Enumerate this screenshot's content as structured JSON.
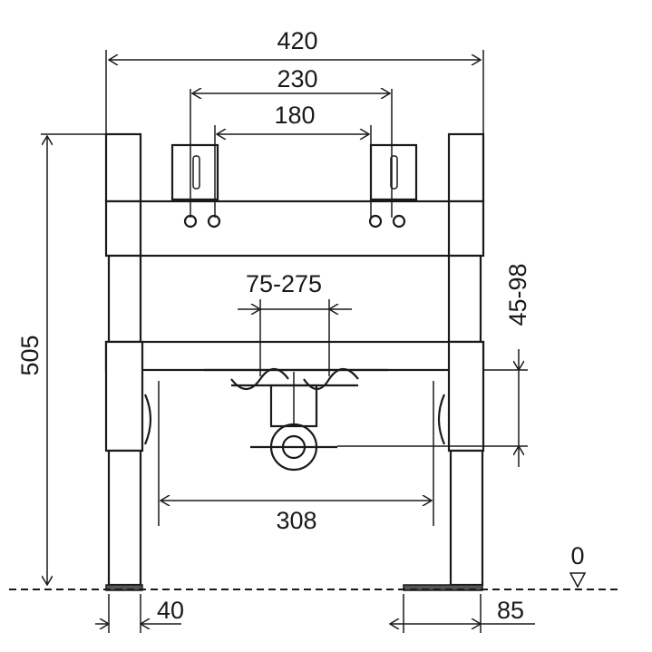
{
  "dimensions": {
    "overall_width": "420",
    "outer_bracket_spacing": "230",
    "inner_bracket_spacing": "180",
    "drain_spacing": "75-275",
    "height_adjust": "45-98",
    "total_height": "505",
    "inner_width": "308",
    "ground_level": "0",
    "foot_width_left": "40",
    "foot_width_right": "85"
  }
}
